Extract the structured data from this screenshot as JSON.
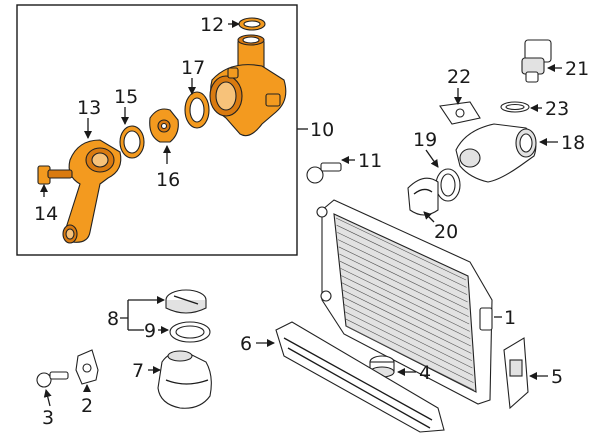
{
  "callouts": {
    "c1": "1",
    "c2": "2",
    "c3": "3",
    "c4": "4",
    "c5": "5",
    "c6": "6",
    "c7": "7",
    "c8": "8",
    "c9": "9",
    "c10": "10",
    "c11": "11",
    "c12": "12",
    "c13": "13",
    "c14": "14",
    "c15": "15",
    "c16": "16",
    "c17": "17",
    "c18": "18",
    "c19": "19",
    "c20": "20",
    "c21": "21",
    "c22": "22",
    "c23": "23"
  },
  "colors": {
    "highlight": "#f39a1f",
    "highlight_dark": "#d97a10",
    "line": "#1a1a1a"
  }
}
